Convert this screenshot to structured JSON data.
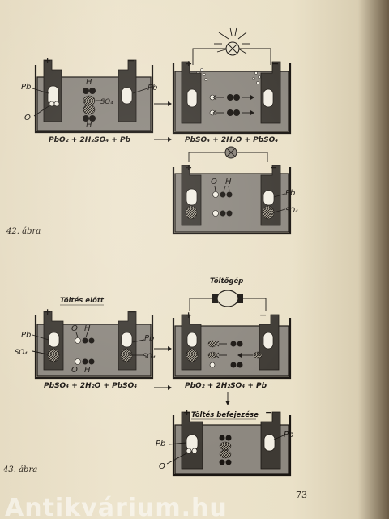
{
  "figure42": {
    "caption": "42. ábra",
    "top_left": {
      "plus": "+",
      "minus": "−",
      "pb_left": "Pb",
      "o_label": "O",
      "h_top": "H",
      "so4": "SO₄",
      "h_bottom": "H",
      "pb_right": "Pb",
      "equation": "PbO₂ + 2H₂SO₄ + Pb"
    },
    "top_right": {
      "plus": "+",
      "minus": "−",
      "equation": "PbSO₄ + 2H₂O + PbSO₄"
    },
    "bottom": {
      "plus": "+",
      "minus": "−",
      "o_label": "O",
      "h_label": "H",
      "pb_right": "Pb",
      "so4": "SO₄"
    }
  },
  "figure43": {
    "caption": "43. ábra",
    "generator": "Töltőgép",
    "left": {
      "title": "Töltés előtt",
      "plus": "+",
      "minus": "−",
      "pb_left": "Pb",
      "so4_left": "SO₄",
      "o_top": "O",
      "h_top": "H",
      "o_bottom": "O",
      "h_bottom": "H",
      "pb_right": "Pb",
      "so4_right": "SO₄",
      "equation": "PbSO₄ + 2H₂O + PbSO₄"
    },
    "right": {
      "plus": "+",
      "minus": "−",
      "equation": "PbO₂ + 2H₂SO₄ + Pb"
    },
    "bottom": {
      "title": "Töltés befejezése",
      "plus": "+",
      "minus": "−",
      "pb_left": "Pb",
      "o_label": "O",
      "pb_right": "Pb"
    }
  },
  "page_number": "73",
  "watermark": "Antikvárium.hu"
}
